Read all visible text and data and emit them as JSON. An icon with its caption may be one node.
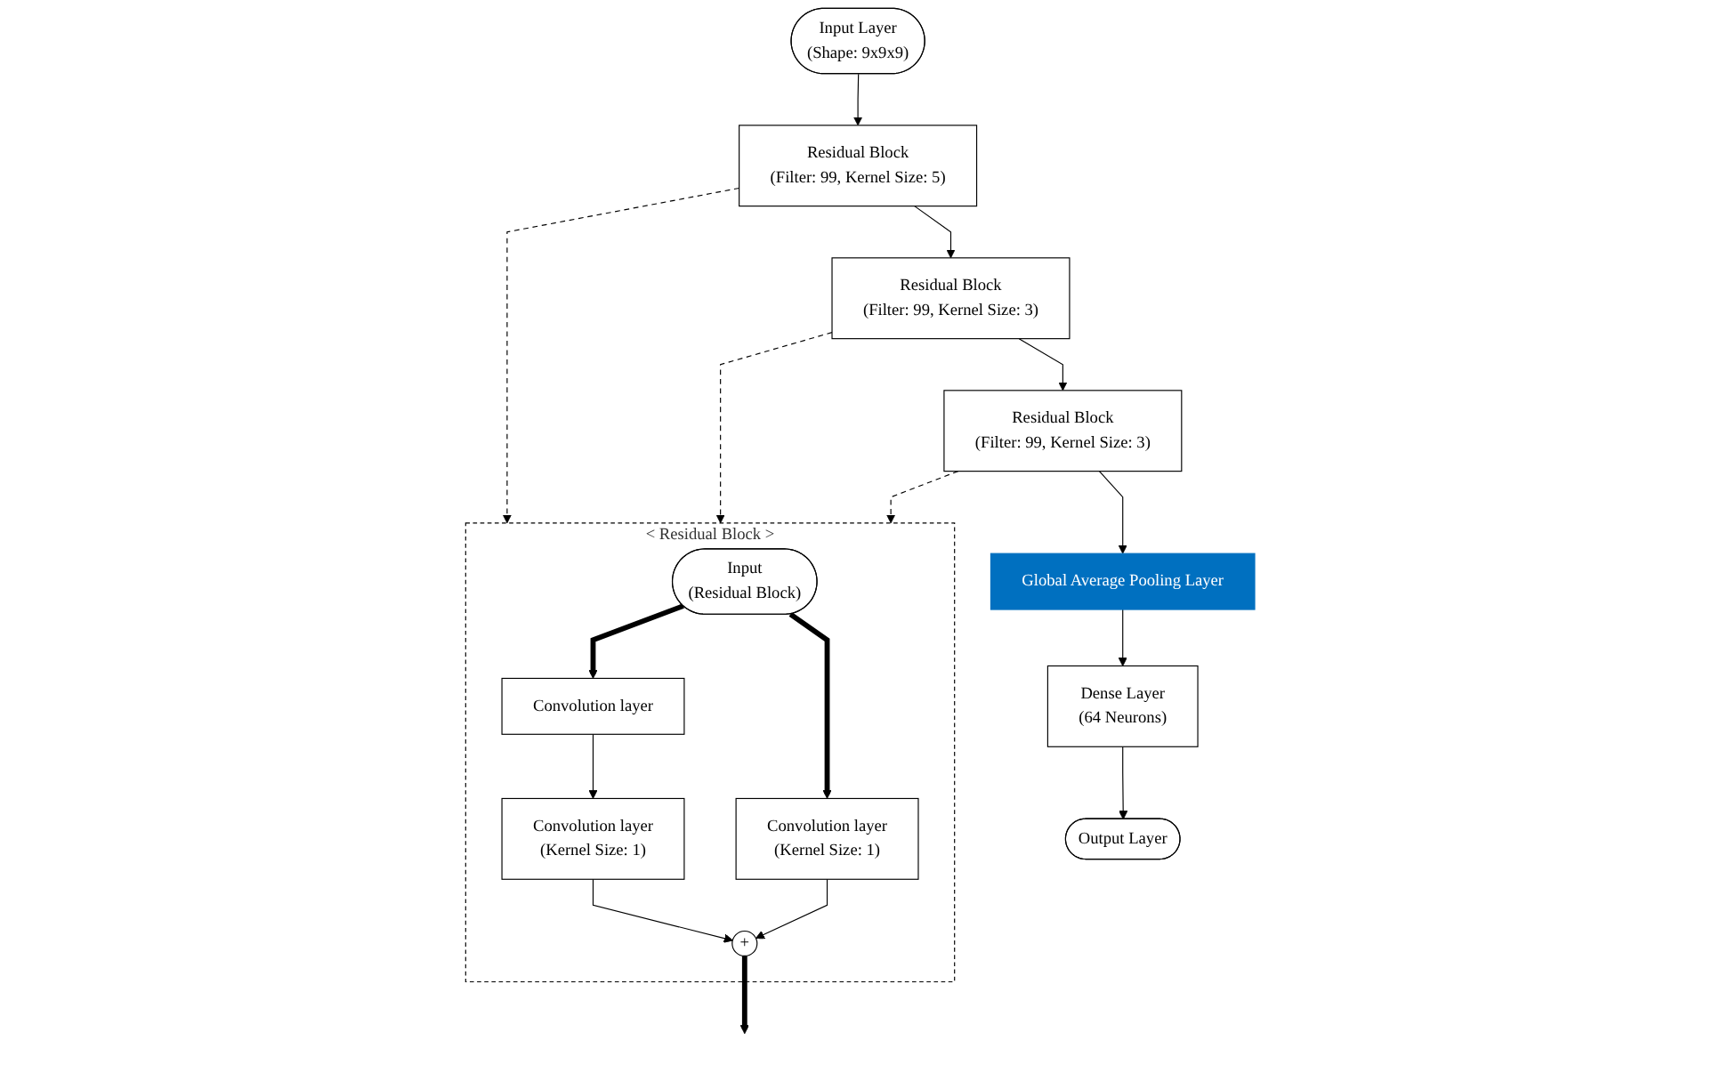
{
  "diagram": {
    "nodes": [
      {
        "text": [
          "Input Layer",
          "(Shape: 9x9x9)"
        ]
      },
      {
        "text": [
          "Residual Block",
          "(Filter: 99, Kernel Size: 5)"
        ]
      },
      {
        "text": [
          "Residual Block",
          "(Filter: 99, Kernel Size: 3)"
        ]
      },
      {
        "text": [
          "Residual Block",
          "(Filter: 99, Kernel Size: 3)"
        ]
      },
      {
        "text": [
          "Global Average Pooling Layer"
        ]
      },
      {
        "text": [
          "Dense Layer",
          "(64 Neurons)"
        ]
      },
      {
        "text": [
          "Output Layer"
        ]
      },
      {
        "text": [
          "< Residual Block >"
        ]
      },
      {
        "text": [
          "Input",
          "(Residual Block)"
        ],
        "in": 7
      },
      {
        "text": [
          "Convolution layer"
        ],
        "in": 7
      },
      {
        "text": [
          "Convolution layer",
          "(Kernel Size: 1)"
        ],
        "in": 7
      },
      {
        "text": [
          "Convolution layer",
          "(Kernel Size: 1)"
        ],
        "in": 7
      },
      {
        "text": [
          "+"
        ],
        "in": 7
      }
    ],
    "edges": [
      {
        "from": 0,
        "to": 1,
        "arrow": "to"
      },
      {
        "from": 1,
        "to": 2,
        "arrow": "to"
      },
      {
        "from": 2,
        "to": 3,
        "arrow": "to"
      },
      {
        "from": 3,
        "to": 4,
        "arrow": "to"
      },
      {
        "from": 4,
        "to": 5,
        "arrow": "to"
      },
      {
        "from": 5,
        "to": 6,
        "arrow": "to"
      },
      {
        "from": 1,
        "to": 7,
        "arrow": "to",
        "style": "dashed"
      },
      {
        "from": 2,
        "to": 7,
        "arrow": "to",
        "style": "dashed"
      },
      {
        "from": 3,
        "to": 7,
        "arrow": "to",
        "style": "dashed"
      },
      {
        "from": 8,
        "to": 9,
        "arrow": "to",
        "style": "thick"
      },
      {
        "from": 8,
        "to": 10,
        "arrow": "to",
        "style": "thick"
      },
      {
        "from": 9,
        "to": 11,
        "arrow": "to"
      },
      {
        "from": 11,
        "to": 12,
        "arrow": "to"
      },
      {
        "from": 10,
        "to": 12,
        "arrow": "to"
      },
      {
        "from": 12,
        "to": null,
        "arrow": "to",
        "style": "thick"
      }
    ]
  }
}
